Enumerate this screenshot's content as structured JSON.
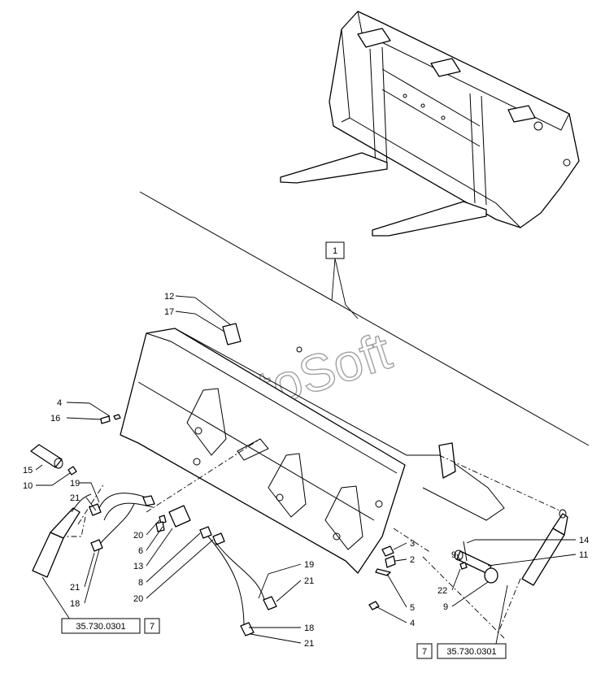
{
  "watermark": "AutoSoft",
  "main_ref": "1",
  "ref_boxes": [
    {
      "code": "35.730.0301",
      "page": "7"
    },
    {
      "page": "7",
      "code": "35.730.0301"
    }
  ],
  "callouts": [
    "12",
    "17",
    "4",
    "16",
    "15",
    "10",
    "19",
    "21",
    "20",
    "6",
    "13",
    "8",
    "20",
    "21",
    "18",
    "19",
    "21",
    "18",
    "21",
    "3",
    "2",
    "5",
    "4",
    "14",
    "11",
    "9",
    "22",
    "9"
  ]
}
